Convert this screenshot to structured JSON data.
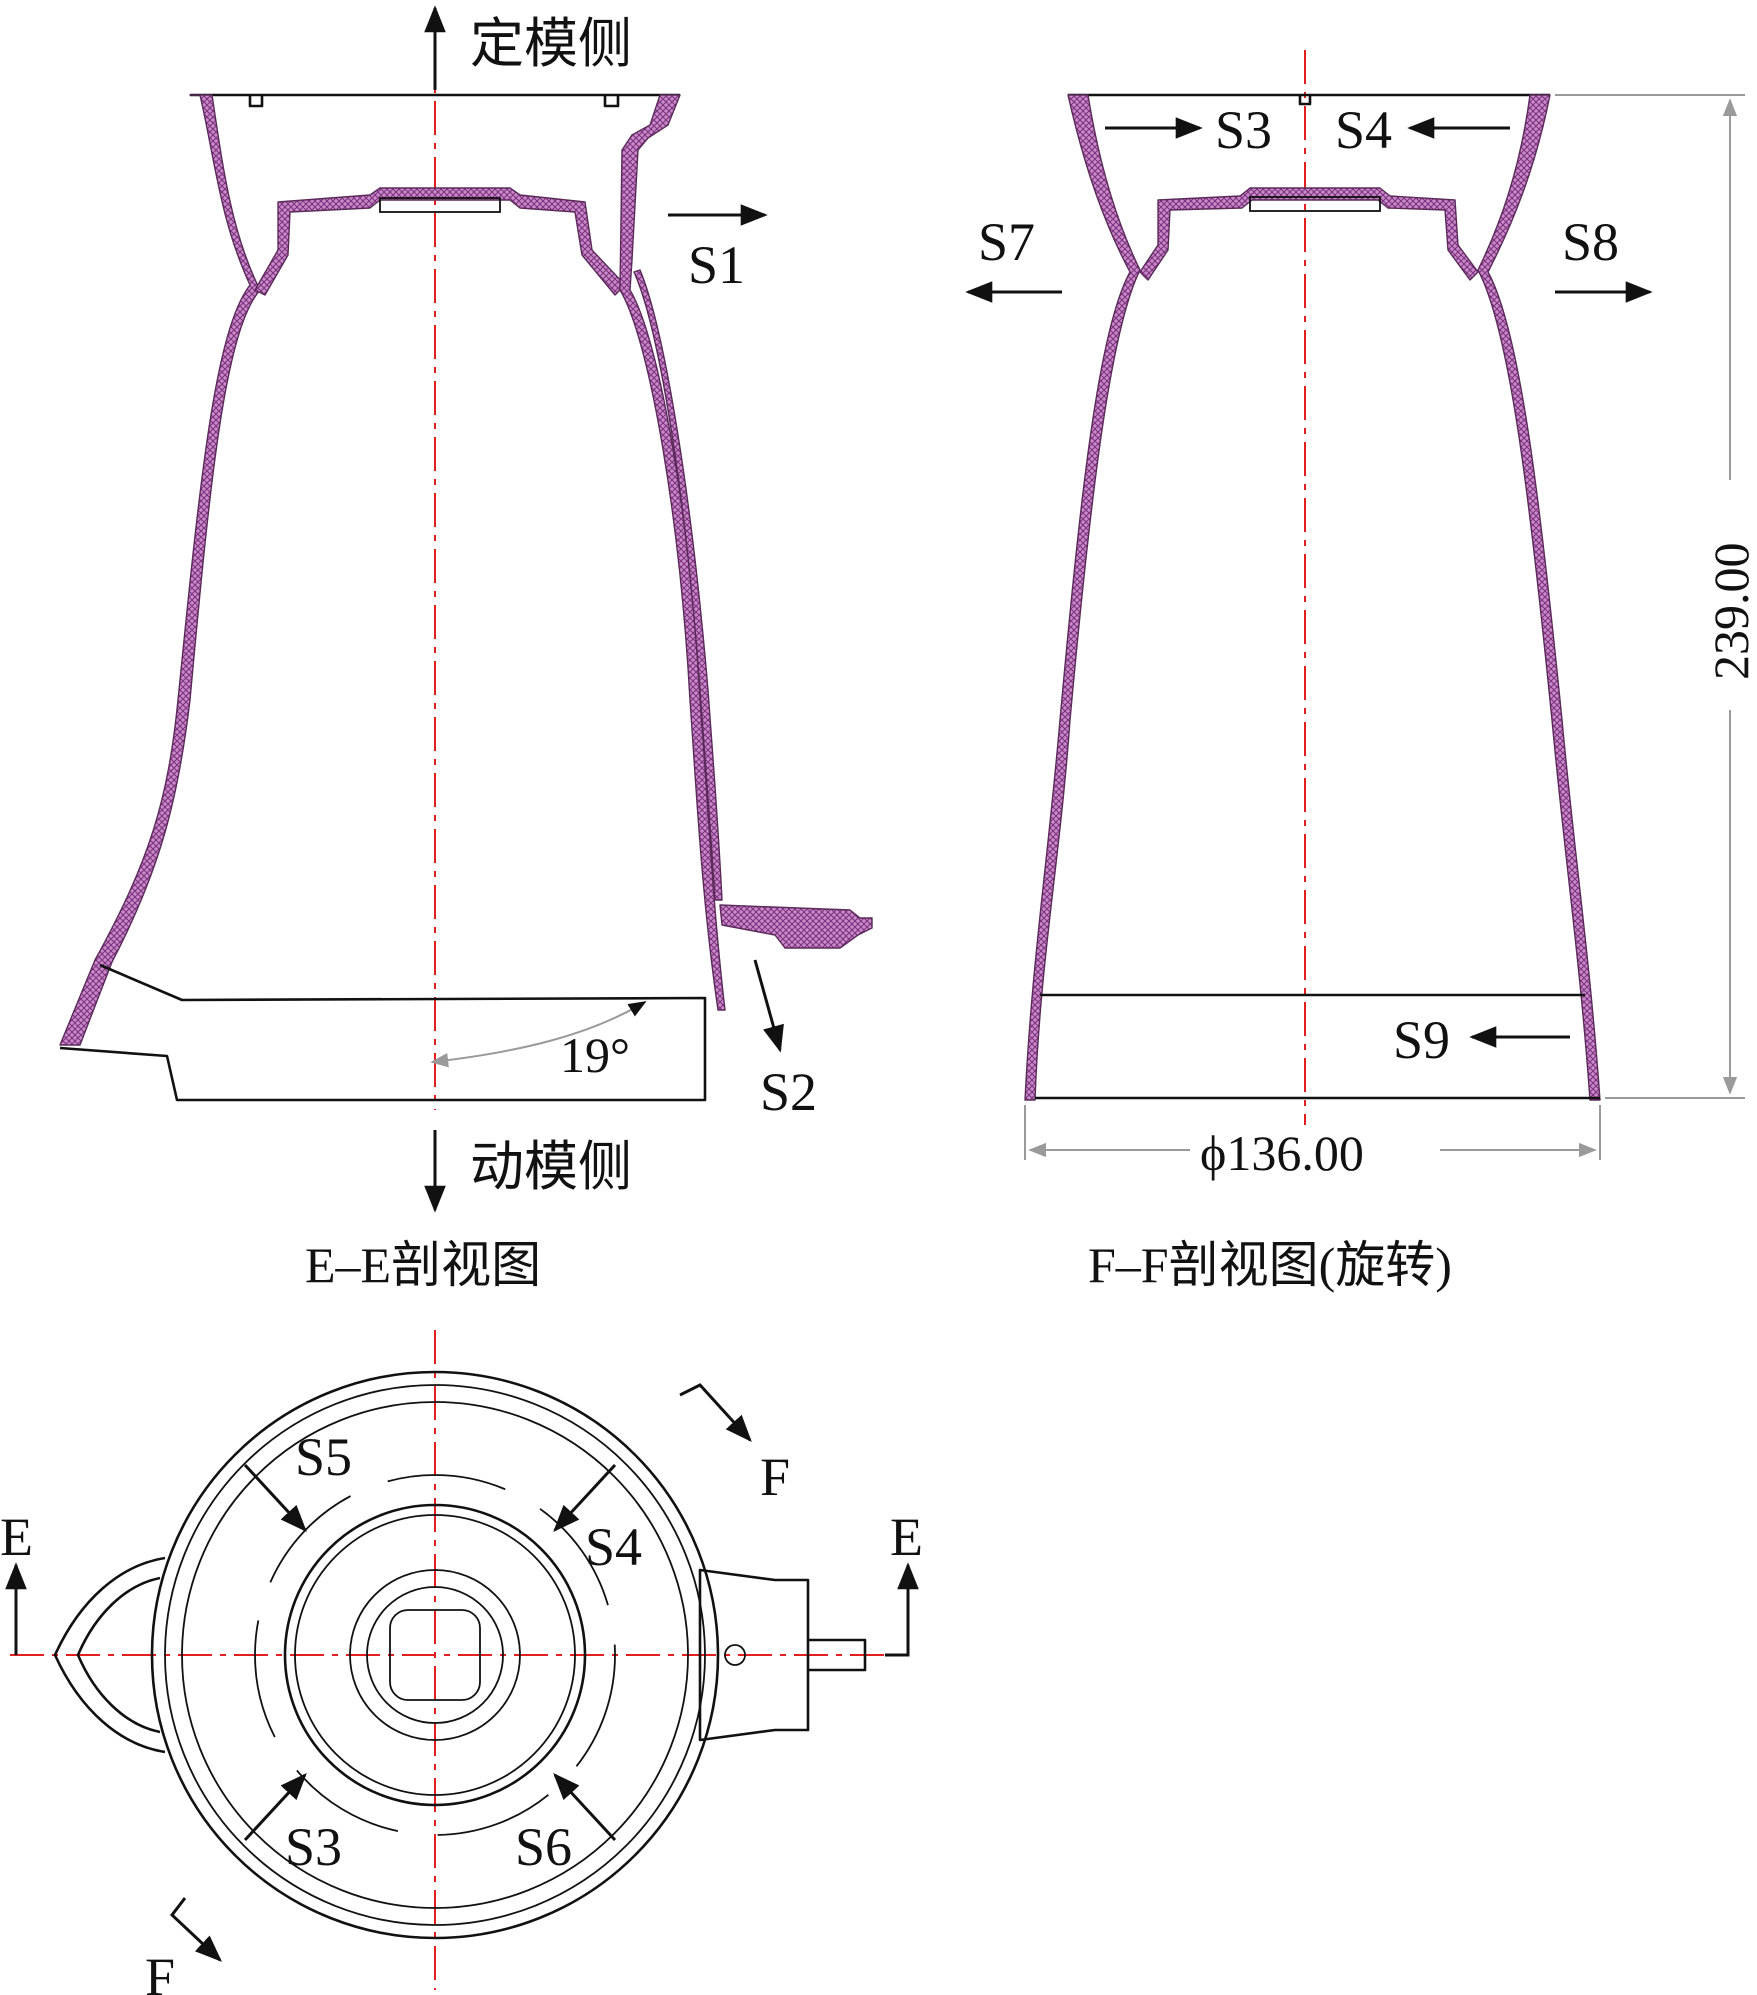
{
  "views": {
    "ee_section": {
      "caption": "E–E剖视图",
      "fixed_side_label": "定模侧",
      "moving_side_label": "动模侧",
      "angle_label": "19°",
      "arrows": [
        "S1",
        "S2"
      ]
    },
    "ff_section": {
      "caption": "F–F剖视图(旋转)",
      "arrows": [
        "S3",
        "S4",
        "S7",
        "S8",
        "S9"
      ],
      "height_dim": "239.00",
      "diameter_dim": "ϕ136.00"
    },
    "top_view": {
      "arrows": [
        "S5",
        "S4",
        "S3",
        "S6"
      ],
      "section_e_label": "E",
      "section_f_label": "F"
    }
  },
  "colors": {
    "wall_hatch": "#b04ab0",
    "centerline": "#e21f1f",
    "dimension": "#9a9a9a"
  }
}
